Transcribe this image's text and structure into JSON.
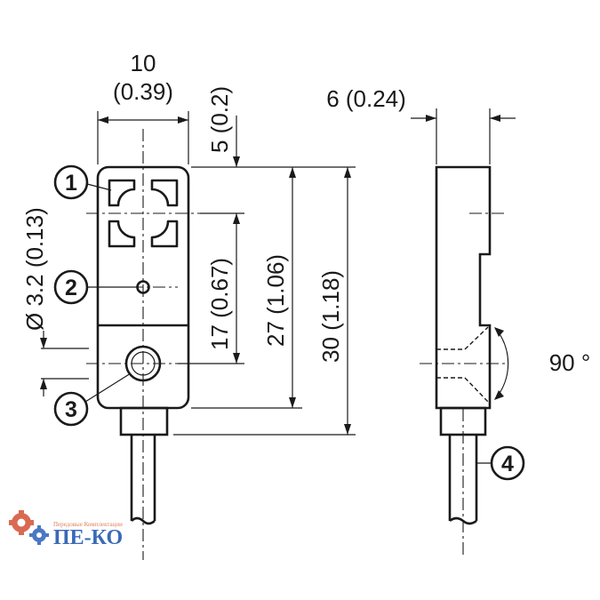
{
  "dimensions": {
    "width_top": "10",
    "width_top_in": "(0.39)",
    "offset_top": "5 (0.2)",
    "thickness": "6 (0.24)",
    "hole_dia": "Ø 3.2 (0.13)",
    "h17": "17 (0.67)",
    "h27": "27 (1.06)",
    "h30": "30 (1.18)",
    "angle": "90 °"
  },
  "callouts": [
    "1",
    "2",
    "3",
    "4"
  ],
  "logo": {
    "subtitle": "Передовые Комплектации",
    "name": "ПЕ-КО"
  }
}
